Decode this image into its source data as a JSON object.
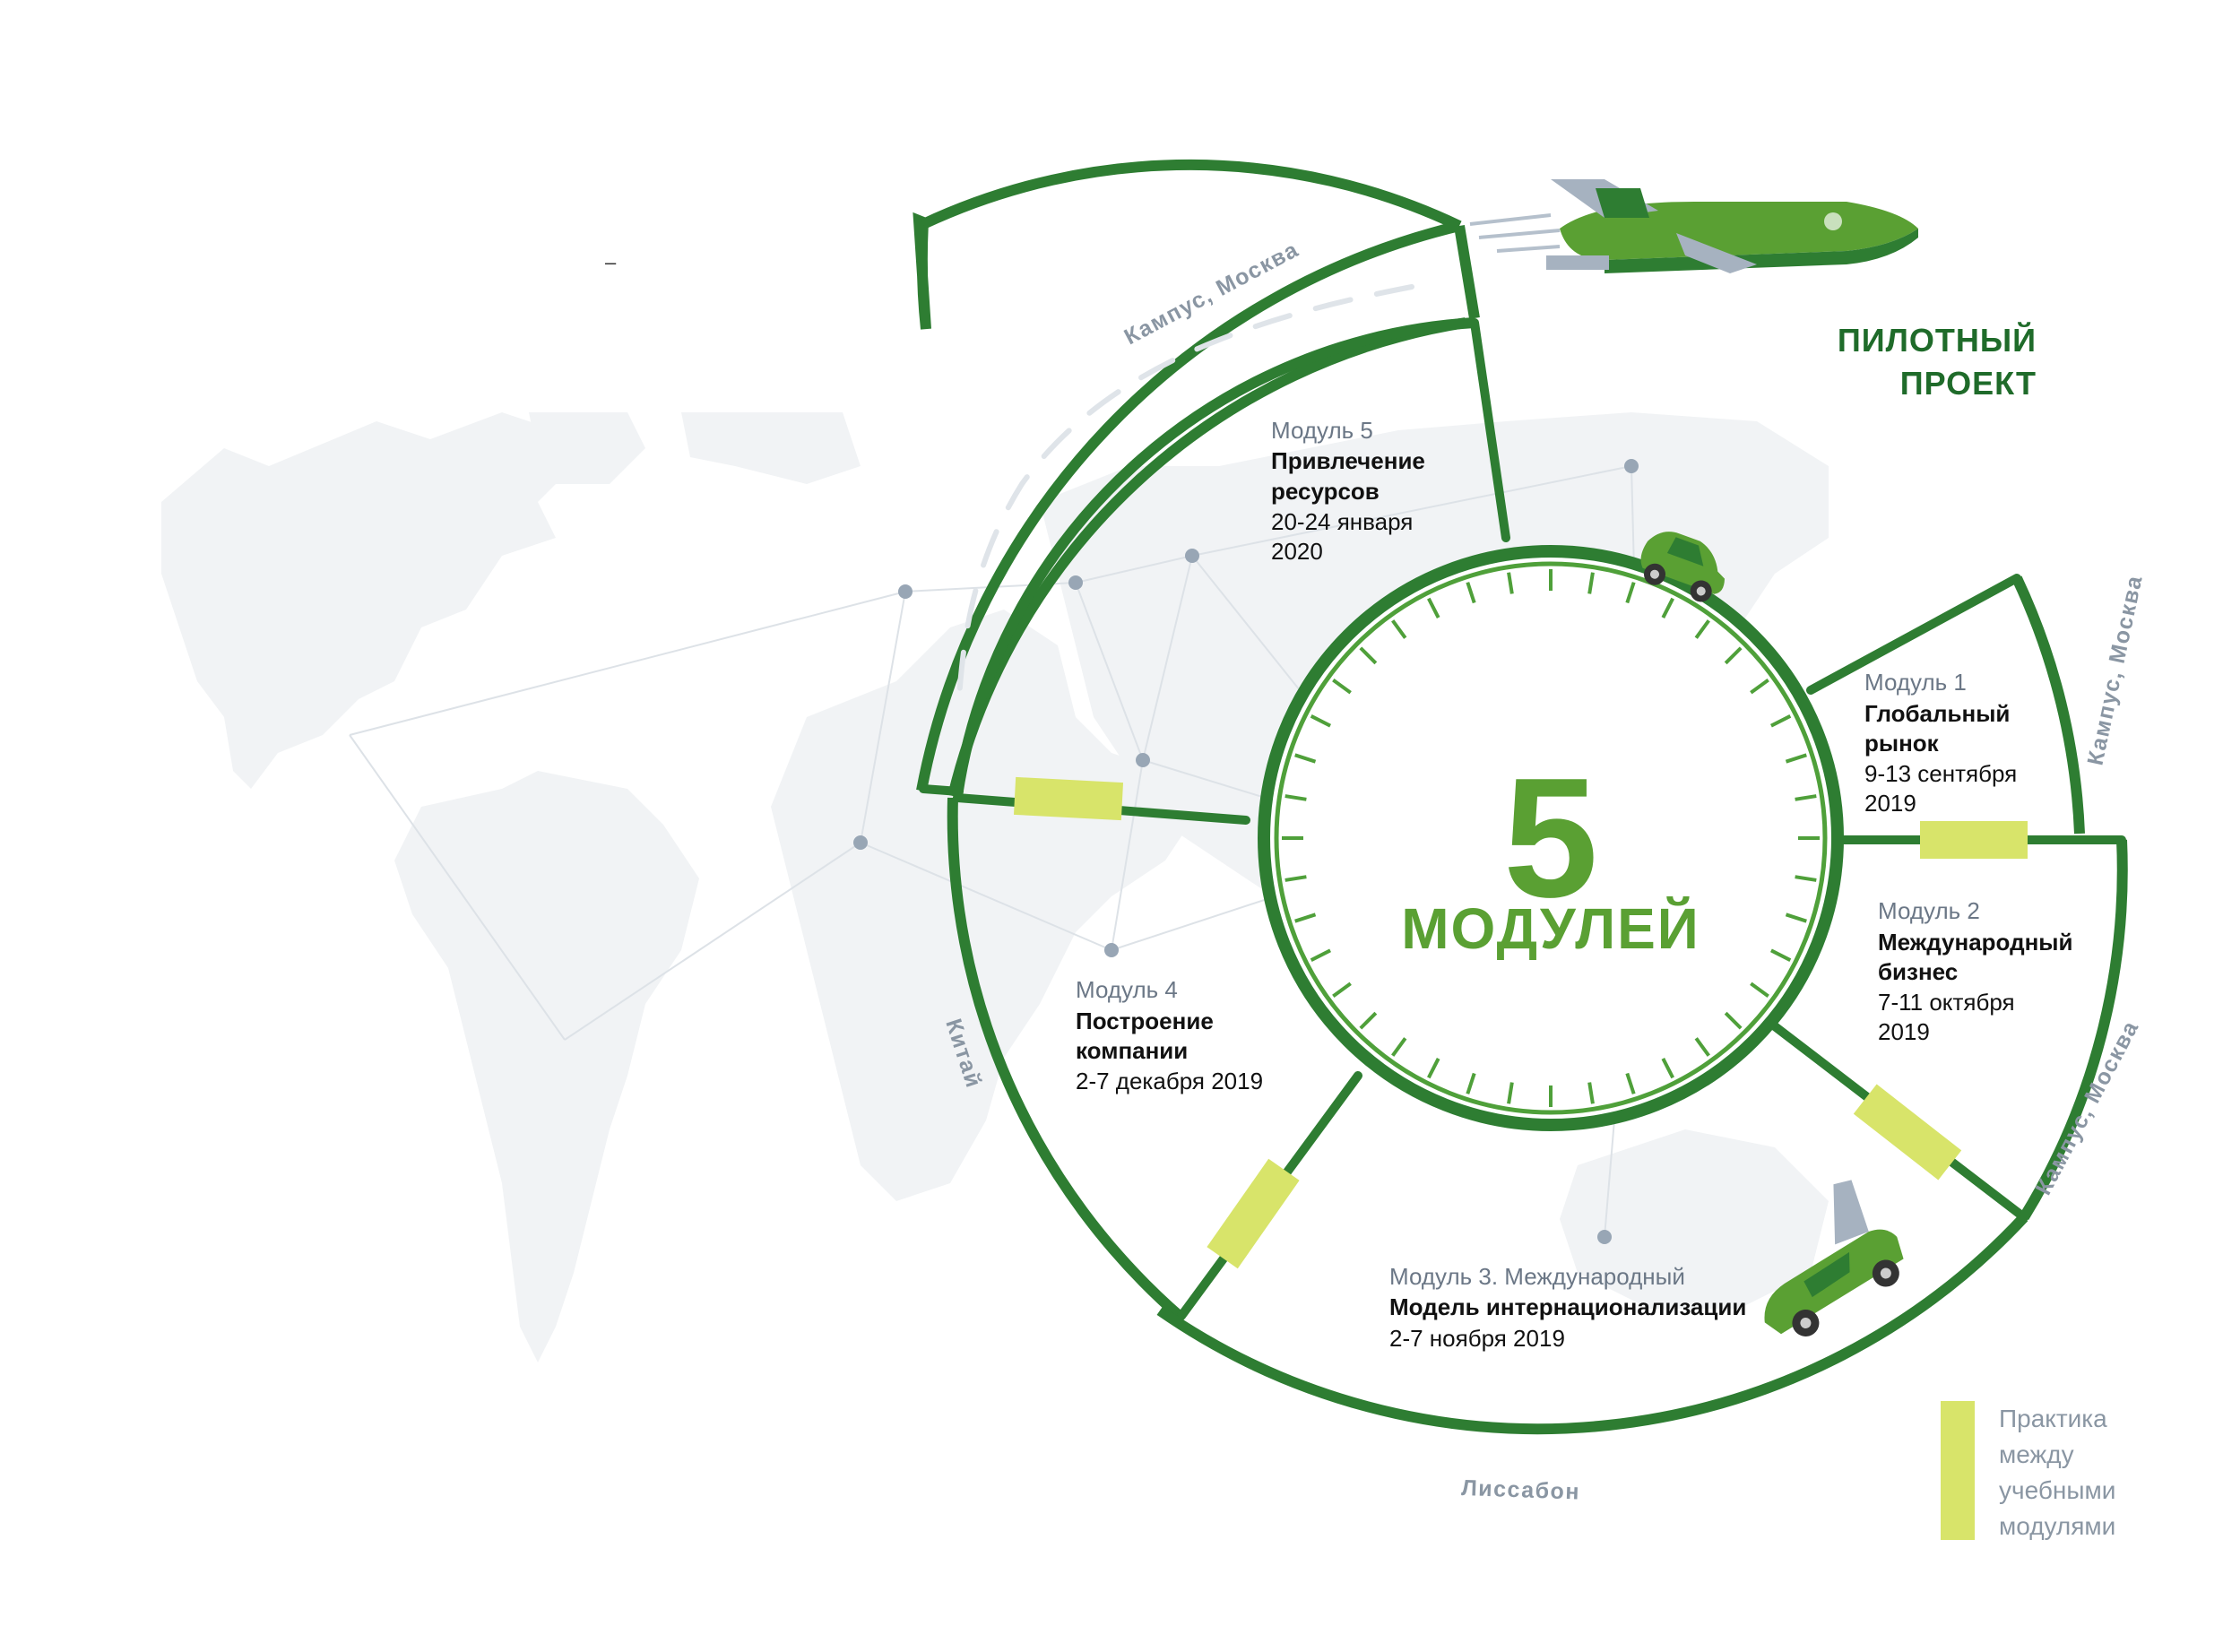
{
  "header": {
    "dash": "–"
  },
  "pilot": {
    "line1": "ПИЛОТНЫЙ",
    "line2": "ПРОЕКТ"
  },
  "center": {
    "number": "5",
    "word": "МОДУЛЕЙ"
  },
  "modules": [
    {
      "num": "Модуль 1",
      "title1": "Глобальный",
      "title2": "рынок",
      "date1": "9-13 сентября",
      "date2": "2019"
    },
    {
      "num": "Модуль 2",
      "title1": "Международный",
      "title2": "бизнес",
      "date1": "7-11 октября",
      "date2": "2019"
    },
    {
      "num": "Модуль 3. Международный",
      "title1": "Модель интернационализации",
      "date1": "2-7 ноября 2019"
    },
    {
      "num": "Модуль 4",
      "title1": "Построение",
      "title2": "компании",
      "date1": "2-7 декабря 2019"
    },
    {
      "num": "Модуль 5",
      "title1": "Привлечение",
      "title2": "ресурсов",
      "date1": "20-24 января",
      "date2": "2020"
    }
  ],
  "locations": {
    "kampus_top": "Кампус, Москва",
    "kampus_right_top": "Кампус, Москва",
    "kampus_right_bottom": "Кампус, Москва",
    "china": "Китай",
    "lisbon": "Лиссабон"
  },
  "legend": {
    "line1": "Практика",
    "line2": "между",
    "line3": "учебными",
    "line4": "модулями"
  },
  "colors": {
    "dark_green": "#2e7d32",
    "green": "#5aa033",
    "practice_yellow": "#d8e46a",
    "gray_text": "#8a96a3",
    "map_gray": "#f1f3f5"
  },
  "icons": [
    "airplane-icon",
    "car-icon",
    "car-plane-icon"
  ]
}
